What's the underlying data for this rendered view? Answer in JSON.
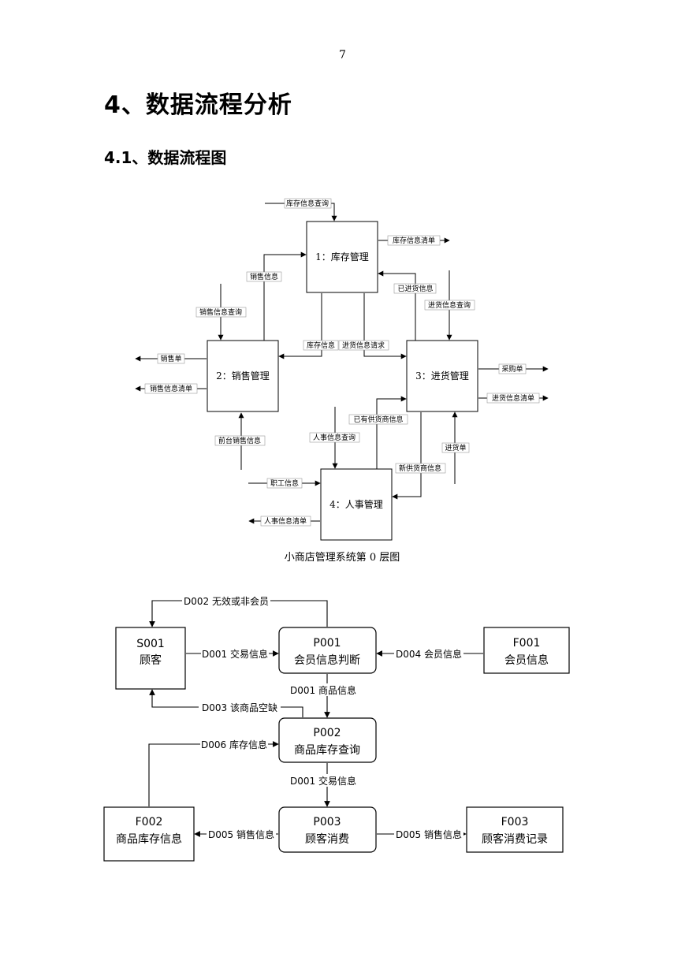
{
  "page_number": "7",
  "section_title": "4、数据流程分析",
  "subsection_title": "4.1、数据流程图",
  "diagram1": {
    "caption": "小商店管理系统第 0 层图",
    "processes": {
      "p1": "1：库存管理",
      "p2": "2：销售管理",
      "p3": "3：进货管理",
      "p4": "4：人事管理"
    },
    "flows": {
      "f_stock_query": "库存信息查询",
      "f_stock_list": "库存信息清单",
      "f_sales_info": "销售信息",
      "f_purchased_info": "已进货信息",
      "f_purchase_query": "进货信息查询",
      "f_sales_query": "销售信息查询",
      "f_stock_info": "库存信息",
      "f_purchase_request": "进货信息请求",
      "f_sales_slip": "销售单",
      "f_sales_list": "销售信息清单",
      "f_purchase_order": "采购单",
      "f_purchase_list": "进货信息清单",
      "f_existing_supplier": "已有供货商信息",
      "f_hr_query": "人事信息查询",
      "f_front_sales": "前台销售信息",
      "f_purchase_slip": "进货单",
      "f_new_supplier": "新供货商信息",
      "f_staff_info": "职工信息",
      "f_hr_list": "人事信息清单"
    }
  },
  "diagram2": {
    "nodes": {
      "s001_id": "S001",
      "s001_name": "顾客",
      "p001_id": "P001",
      "p001_name": "会员信息判断",
      "f001_id": "F001",
      "f001_name": "会员信息",
      "p002_id": "P002",
      "p002_name": "商品库存查询",
      "f002_id": "F002",
      "f002_name": "商品库存信息",
      "p003_id": "P003",
      "p003_name": "顾客消费",
      "f003_id": "F003",
      "f003_name": "顾客消费记录"
    },
    "flows": {
      "d002": "D002 无效或非会员",
      "d001_trade": "D001 交易信息",
      "d004": "D004 会员信息",
      "d001_goods": "D001 商品信息",
      "d003": "D003 该商品空缺",
      "d006": "D006 库存信息",
      "d001_trade2": "D001 交易信息",
      "d005_left": "D005 销售信息",
      "d005_right": "D005 销售信息"
    }
  }
}
